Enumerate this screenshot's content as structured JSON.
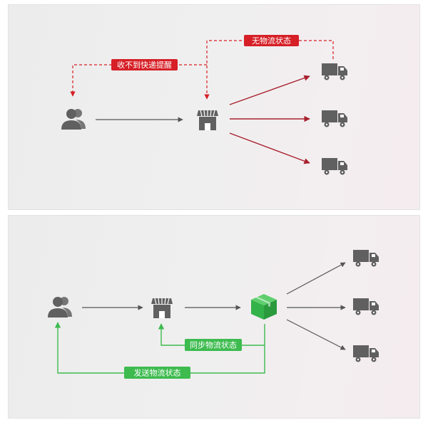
{
  "top_panel": {
    "label_no_reminder": "收不到快递提醒",
    "label_no_logistics": "无物流状态",
    "colors": {
      "accent": "#d61f26",
      "line": "#555555",
      "icon": "#606060"
    }
  },
  "bottom_panel": {
    "label_sync_logistics": "同步物流状态",
    "label_send_logistics": "发送物流状态",
    "colors": {
      "accent": "#3dbb4f",
      "line": "#555555",
      "icon": "#606060",
      "box": "#34b24a"
    }
  }
}
